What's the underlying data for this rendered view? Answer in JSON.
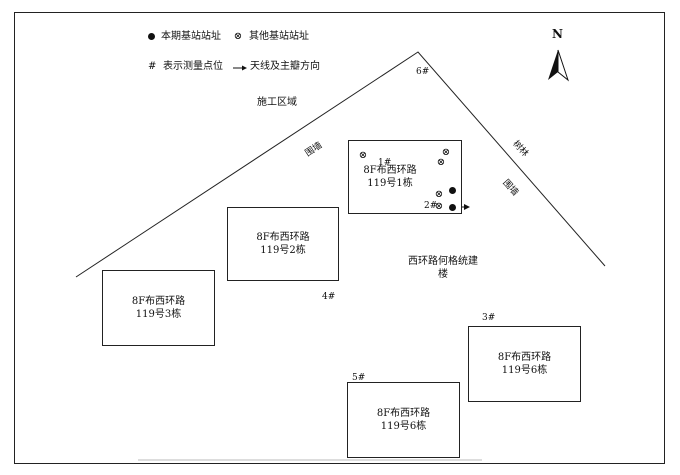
{
  "legend": {
    "this_station": "本期基站站址",
    "other_station": "其他基站站址",
    "hash_symbol": "#",
    "measure_point": "表示测量点位",
    "arrow_symbol": "→",
    "antenna_direction": "天线及主瓣方向"
  },
  "north": "N",
  "labels": {
    "construction_area": "施工区域",
    "wall_left": "围墙",
    "wall_right": "围墙",
    "forest": "树林",
    "hege_building_line1": "西环路何格统建",
    "hege_building_line2": "楼"
  },
  "points": {
    "p1": "1#",
    "p2": "2#",
    "p3": "3#",
    "p4": "4#",
    "p5": "5#",
    "p6": "6#"
  },
  "buildings": {
    "b1": {
      "line1": "8F布西环路",
      "line2": "119号1栋"
    },
    "b2": {
      "line1": "8F布西环路",
      "line2": "119号2栋"
    },
    "b3": {
      "line1": "8F布西环路",
      "line2": "119号3栋"
    },
    "b6a": {
      "line1": "8F布西环路",
      "line2": "119号6栋"
    },
    "b6b": {
      "line1": "8F布西环路",
      "line2": "119号6栋"
    }
  },
  "symbols": {
    "other_site": "⊗"
  }
}
